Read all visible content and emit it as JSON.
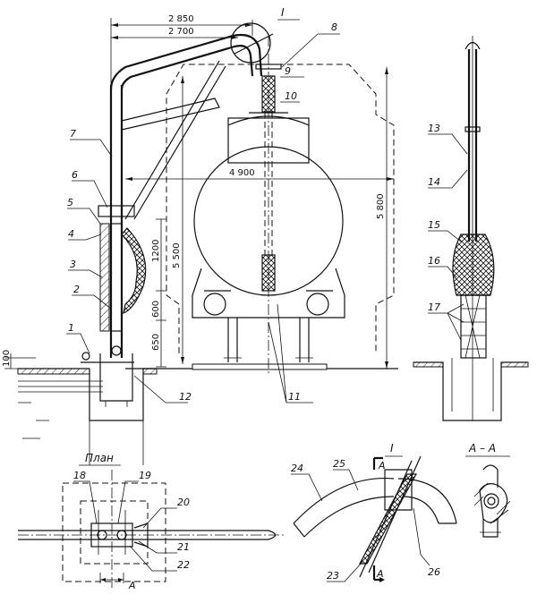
{
  "dimensions": {
    "top_outer": "2 850",
    "top_inner": "2 700",
    "tank_width": "4 900",
    "height_left": "5 500",
    "height_right": "5 800",
    "seg_1200": "1200",
    "seg_600": "600",
    "seg_650": "650",
    "ground_100": "100"
  },
  "callouts": {
    "n1": "1",
    "n2": "2",
    "n3": "3",
    "n4": "4",
    "n5": "5",
    "n6": "6",
    "n7": "7",
    "n8": "8",
    "n9": "9",
    "n10": "10",
    "n11": "11",
    "n12": "12",
    "n13": "13",
    "n14": "14",
    "n15": "15",
    "n16": "16",
    "n17": "17",
    "n18": "18",
    "n19": "19",
    "n20": "20",
    "n21": "21",
    "n22": "22",
    "n23": "23",
    "n24": "24",
    "n25": "25",
    "n26": "26"
  },
  "labels": {
    "detail_mark": "I",
    "plan_title": "План",
    "plan_section": "А",
    "detail_title": "I",
    "detail_section_a": "А",
    "detail_section_a2": "А",
    "section_title": "А – А"
  }
}
